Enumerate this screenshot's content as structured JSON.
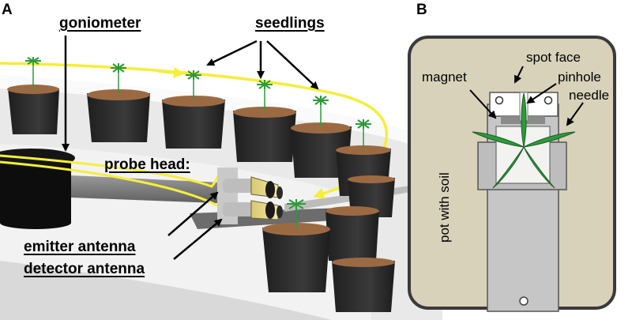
{
  "panels": {
    "a": {
      "letter": "A",
      "labels": {
        "goniometer": "goniometer",
        "seedlings": "seedlings",
        "probe_head": "probe head:",
        "emitter_antenna": "emitter antenna",
        "detector_antenna": "detector antenna"
      }
    },
    "b": {
      "letter": "B",
      "labels": {
        "spot_face": "spot face",
        "magnet": "magnet",
        "pinhole": "pinhole",
        "needle": "needle",
        "pot_with_soil": "pot with soil"
      }
    }
  },
  "colors": {
    "beam": "#f5ee3a",
    "pot": "#2b2b2b",
    "soil": "#9c6a42",
    "leaf": "#2e9a3a",
    "pot_fill_b": "#d8d2bb",
    "platform": "#eeeeee"
  }
}
